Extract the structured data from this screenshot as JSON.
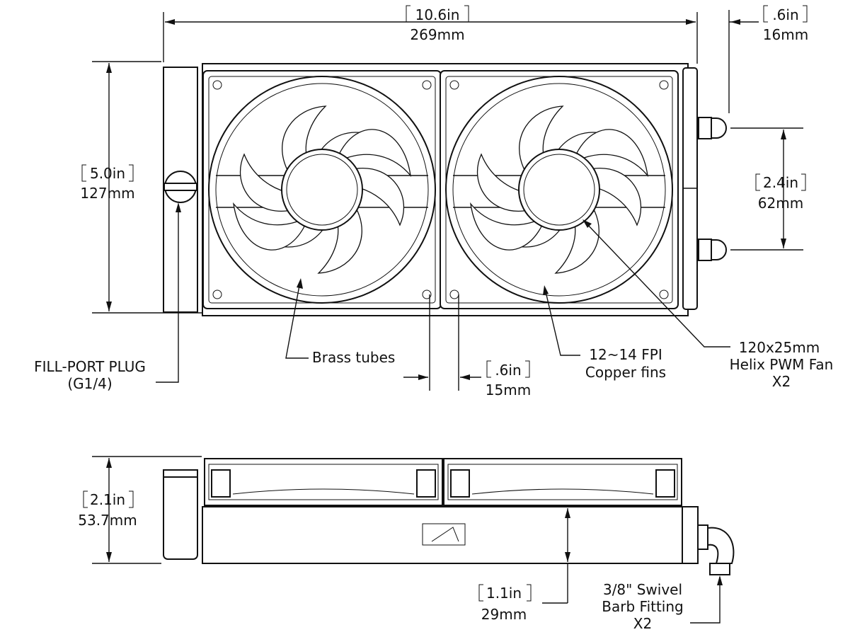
{
  "dimensions": {
    "overall_width": {
      "imperial": "10.6in",
      "metric": "269mm"
    },
    "fitting_depth": {
      "imperial": ".6in",
      "metric": "16mm"
    },
    "height": {
      "imperial": "5.0in",
      "metric": "127mm"
    },
    "port_spacing": {
      "imperial": "2.4in",
      "metric": "62mm"
    },
    "fan_gap": {
      "imperial": ".6in",
      "metric": "15mm"
    },
    "total_thickness": {
      "imperial": "2.1in",
      "metric": "53.7mm"
    },
    "radiator_thickness": {
      "imperial": "1.1in",
      "metric": "29mm"
    }
  },
  "callouts": {
    "fill_port_line1": "FILL-PORT PLUG",
    "fill_port_line2": "(G1/4)",
    "brass_tubes": "Brass tubes",
    "fins_line1": "12~14 FPI",
    "fins_line2": "Copper fins",
    "fan_line1": "120x25mm",
    "fan_line2": "Helix PWM Fan",
    "fan_line3": "X2",
    "fitting_line1": "3/8\" Swivel",
    "fitting_line2": "Barb Fitting",
    "fitting_line3": "X2"
  },
  "colors": {
    "line": "#111111",
    "background": "#ffffff"
  }
}
